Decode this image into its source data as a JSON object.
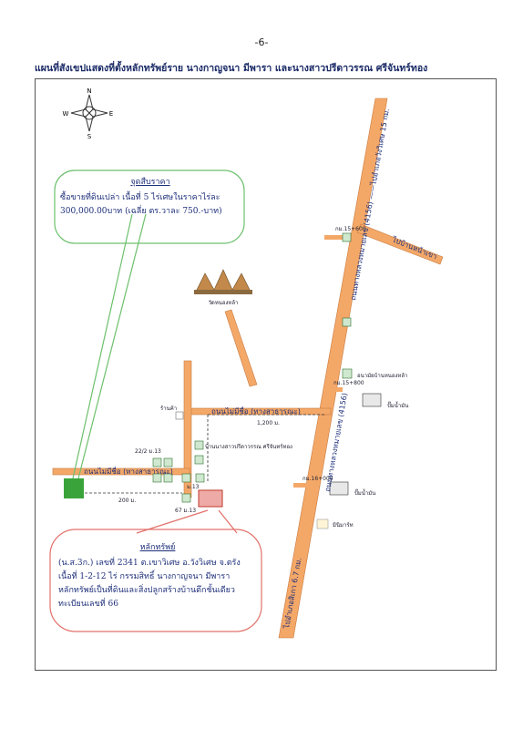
{
  "page_number": "-6-",
  "title": "แผนที่สังเขปแสดงที่ตั้งหลักทรัพย์ราย นางกาญจนา มีพารา และนางสาวปรีดาวรรณ ศรีจันทร์ทอง",
  "compass": {
    "n": "N",
    "s": "S",
    "e": "E",
    "w": "W"
  },
  "sale_box": {
    "heading": "จุดสืบราคา",
    "line1": "ซื้อขายที่ดินเปล่า  เนื้อที่ 5 ไร่เศษในราคาไร่ละ",
    "line2": "300,000.00บาท (เฉลี่ย ตร.วาละ 750.-บาท)"
  },
  "property_box": {
    "heading": "หลักทรัพย์",
    "line1": "(น.ส.3ก.) เลขที่ 2341 ต.เขาวิเศษ  อ.วังวิเศษ จ.ตรัง",
    "line2": "เนื้อที่ 1-2-12 ไร่  กรรมสิทธิ์ นางกาญจนา  มีพารา",
    "line3": "หลักทรัพย์เป็นที่ดินและสิ่งปลูกสร้างบ้านตึกชั้นเดียว",
    "line4": "ทะเบียนเลขที่  66"
  },
  "labels": {
    "highway_upper": "ถนนทางหลวงหมายเลข (4156) ——ไปอำเภอวังวิเศษ 15 กม.",
    "highway_lower": "ถนนทางหลวงหมายเลข (4156)",
    "to_sikao": "ไปอำเภอสิเกา 6.7 กม.",
    "to_ban": "ไปบ้านหน้าเขา",
    "km_15600": "กม.15+600",
    "km_15800": "กม.15+800",
    "km_16000": "กม.16+000",
    "temple": "วัดหนองหล้า",
    "school": "อนามัยบ้านหนองหล้า",
    "gas1": "ปั๊มน้ำมัน",
    "gas2": "ปั๊มน้ำมัน",
    "shop": "ร้านค้า",
    "minimart": "มินิมาร์ท",
    "road_main": "ถนนไม่มีชื่อ (ทางสาธารณะ)",
    "road_side": "ถนนไม่มีชื่อ (ทางสาธารณะ)",
    "dist_1200": "1,200 ม.",
    "dist_200": "200 ม.",
    "house_22": "22/2 ม.13",
    "house_67": "67 ม.13",
    "house_13": "ม.13",
    "owner_house": "บ้านนางสาวปรีดาวรรณ ศรีจันทร์ทอง"
  },
  "colors": {
    "road": "#f4a868",
    "callout": "#6cc06c",
    "property": "#e2716a",
    "sale_plot": "#3aa33a"
  }
}
